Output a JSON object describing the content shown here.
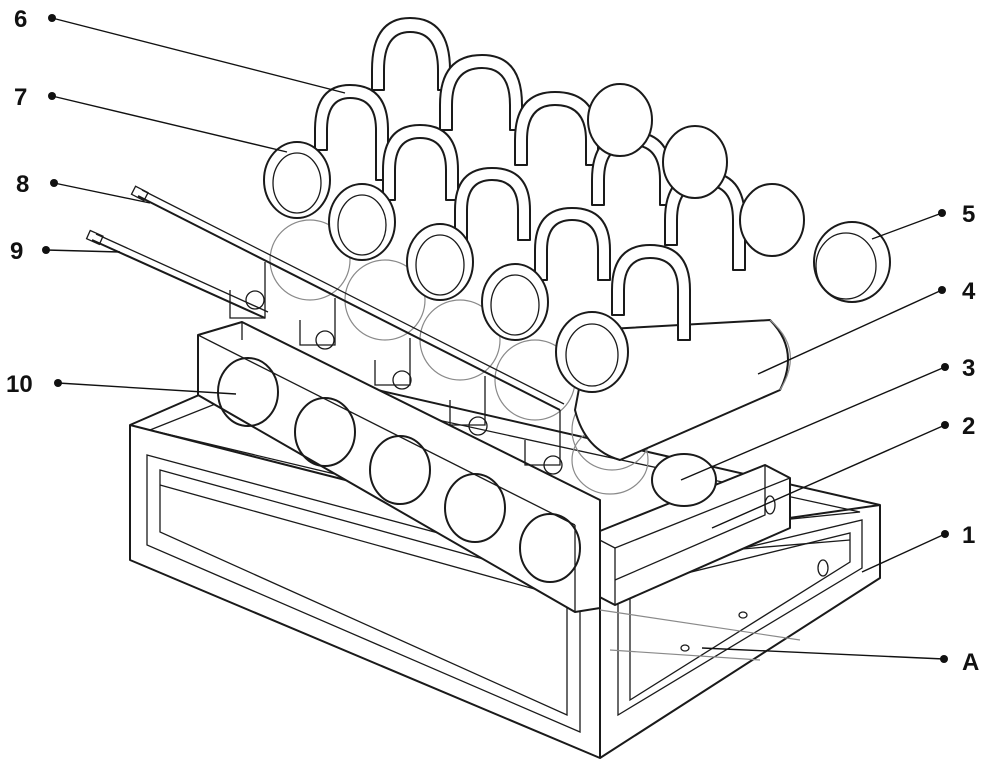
{
  "diagram": {
    "labels": {
      "l1": "1",
      "l2": "2",
      "l3": "3",
      "l4": "4",
      "l5": "5",
      "l6": "6",
      "l7": "7",
      "l8": "8",
      "l9": "9",
      "l10": "10",
      "lA": "A"
    },
    "colors": {
      "line": "#1a1a1a",
      "faint": "#8a8a8a",
      "background": "#ffffff"
    }
  }
}
